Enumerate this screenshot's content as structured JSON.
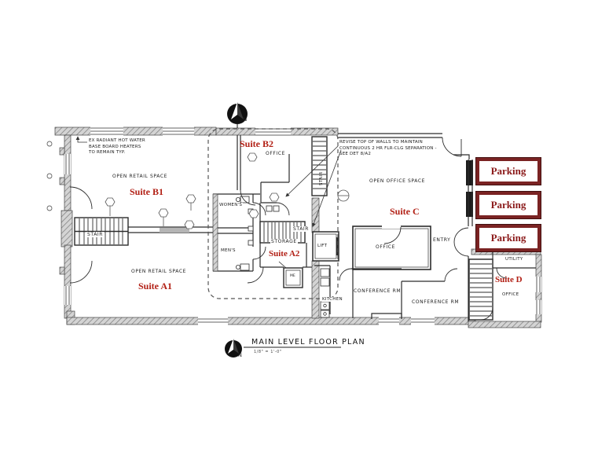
{
  "drawing": {
    "title": "MAIN LEVEL FLOOR PLAN",
    "scale": "1/8\" = 1'-0\"",
    "north": "N"
  },
  "suites": {
    "b1": "Suite B1",
    "b2": "Suite B2",
    "a1": "Suite A1",
    "a2": "Suite A2",
    "c": "Suite C",
    "d": "Suite D"
  },
  "rooms": {
    "open_retail_b1": "OPEN RETAIL SPACE",
    "open_retail_a1": "OPEN RETAIL SPACE",
    "open_office": "OPEN OFFICE SPACE",
    "office_b2": "OFFICE",
    "office_c": "OFFICE",
    "office_d": "OFFICE",
    "womens": "WOMEN'S",
    "mens": "MEN'S",
    "stair_left": "STAIR",
    "stair_mid": "STAIR",
    "stair_upper": "STAIR",
    "storage": "STORAGE",
    "lift": "LIFT",
    "kitchen": "KITCHEN",
    "conference_1": "CONFERENCE RM",
    "conference_2": "CONFERENCE RM",
    "utility": "UTILITY",
    "entry": "ENTRY",
    "mech": "ME"
  },
  "annotations": {
    "heaters": "EX RADIANT HOT WATER\nBASE BOARD HEATERS\nTO REMAIN TYP.",
    "walls": "REVISE TOP OF WALLS TO MAINTAIN\nCONTINUOUS 2 HR FLR-CLG SEPARATION -\nSEE DET 8/A2"
  },
  "parking": {
    "labels": [
      "Parking",
      "Parking",
      "Parking"
    ]
  },
  "colors": {
    "suite_label": "#b22015",
    "parking_text": "#8b1a1a",
    "parking_border": "#7a2323",
    "line": "#333333"
  }
}
